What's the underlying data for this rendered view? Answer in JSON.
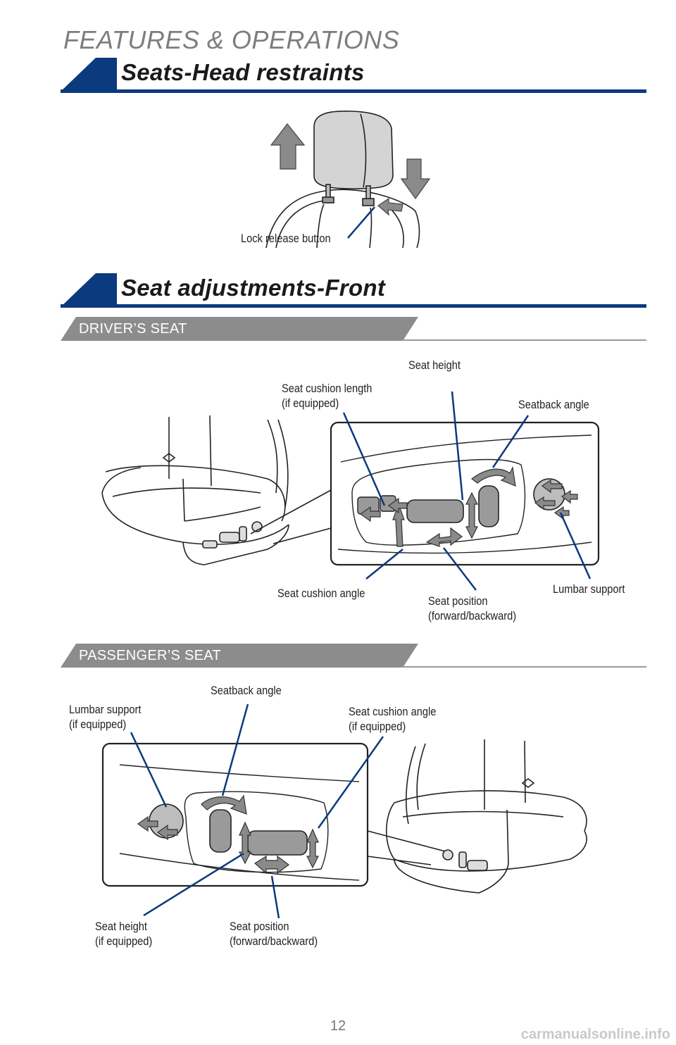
{
  "header": {
    "section_label": "FEATURES & OPERATIONS",
    "accent_color": "#0b3a7e"
  },
  "head_restraints": {
    "title": "Seats-Head restraints",
    "labels": {
      "lock_release": "Lock release button"
    }
  },
  "seat_adjustments": {
    "title": "Seat adjustments-Front",
    "driver": {
      "tab_label": "DRIVER’S SEAT",
      "labels": {
        "seat_height": "Seat height",
        "cushion_length": [
          "Seat cushion length",
          "(if equipped)"
        ],
        "seatback_angle": "Seatback angle",
        "cushion_angle": "Seat cushion angle",
        "seat_position": [
          "Seat position",
          "(forward/backward)"
        ],
        "lumbar_support": "Lumbar support"
      }
    },
    "passenger": {
      "tab_label": "PASSENGER’S SEAT",
      "labels": {
        "seatback_angle": "Seatback angle",
        "lumbar_support": [
          "Lumbar support",
          "(if equipped)"
        ],
        "cushion_angle": [
          "Seat cushion angle",
          "(if equipped)"
        ],
        "seat_height": [
          "Seat height",
          "(if equipped)"
        ],
        "seat_position": [
          "Seat position",
          "(forward/backward)"
        ]
      }
    }
  },
  "footer": {
    "page_number": "12",
    "watermark": "carmanualsonline.info"
  }
}
